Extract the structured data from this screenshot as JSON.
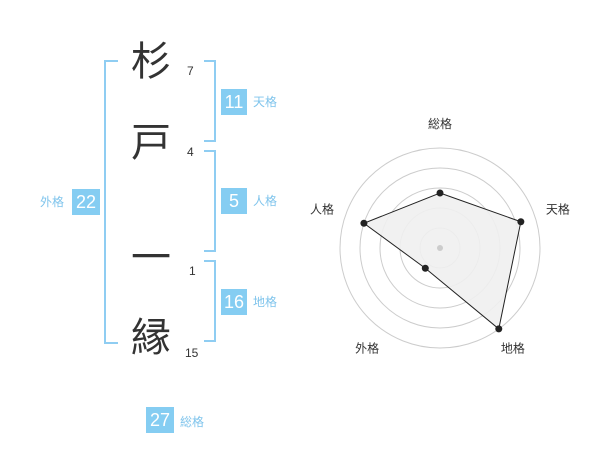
{
  "name_chars": [
    {
      "char": "杉",
      "strokes": "7"
    },
    {
      "char": "戸",
      "strokes": "4"
    },
    {
      "char": "一",
      "strokes": "1"
    },
    {
      "char": "縁",
      "strokes": "15"
    }
  ],
  "kaku": {
    "tenkaku": {
      "value": "11",
      "label": "天格"
    },
    "jinkaku": {
      "value": "5",
      "label": "人格"
    },
    "chikaku": {
      "value": "16",
      "label": "地格"
    },
    "gaikaku": {
      "value": "22",
      "label": "外格"
    },
    "soukaku": {
      "value": "27",
      "label": "総格"
    }
  },
  "colors": {
    "accent": "#85cdf2",
    "bracket": "#8fcdf2",
    "label": "#7fc4ec",
    "text": "#333333"
  },
  "chart_data": {
    "type": "radar",
    "axes": [
      "総格",
      "天格",
      "地格",
      "外格",
      "人格"
    ],
    "values": [
      0.55,
      0.85,
      1.0,
      0.25,
      0.8
    ],
    "rings": 5,
    "range": [
      0,
      1
    ]
  }
}
